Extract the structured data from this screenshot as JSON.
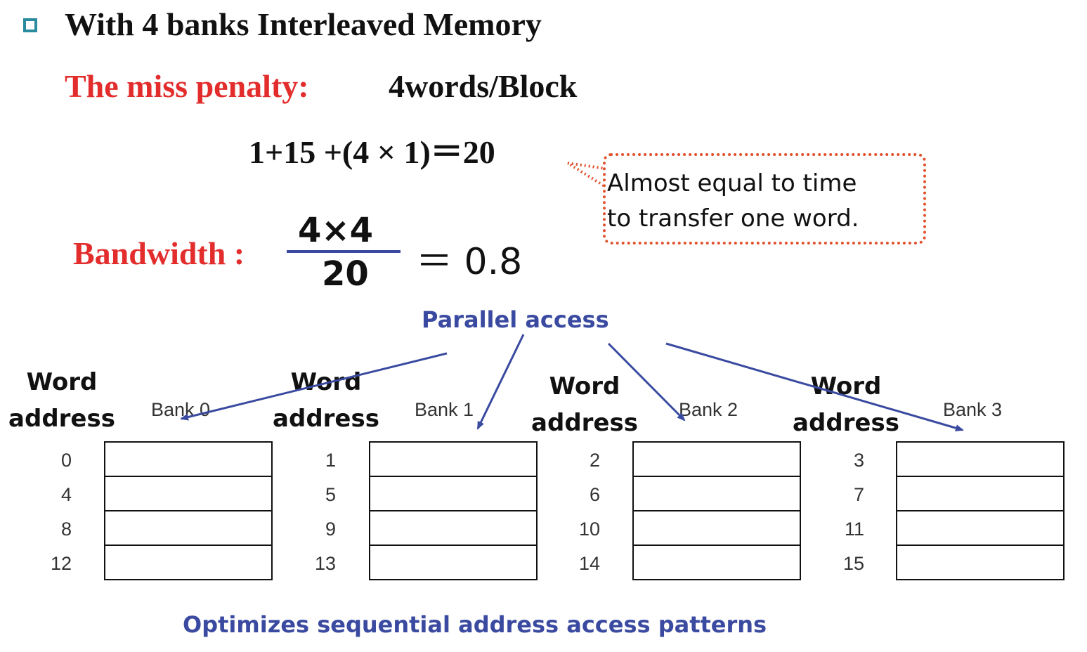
{
  "heading": "With 4 banks Interleaved Memory",
  "miss_penalty": {
    "label": "The miss penalty:",
    "value": "4words/Block",
    "formula": "1+15 +(4 × 1)＝20"
  },
  "callout": {
    "line1": "Almost equal to time",
    "line2": "to transfer one word."
  },
  "bandwidth": {
    "label": "Bandwidth :",
    "numerator": "4×4",
    "denominator": "20",
    "result": "＝ 0.8"
  },
  "parallel_access": "Parallel access",
  "word_address": {
    "line1": "Word",
    "line2": "address"
  },
  "banks": [
    {
      "label": "Bank 0",
      "addresses": [
        "0",
        "4",
        "8",
        "12"
      ]
    },
    {
      "label": "Bank 1",
      "addresses": [
        "1",
        "5",
        "9",
        "13"
      ]
    },
    {
      "label": "Bank 2",
      "addresses": [
        "2",
        "6",
        "10",
        "14"
      ]
    },
    {
      "label": "Bank 3",
      "addresses": [
        "3",
        "7",
        "11",
        "15"
      ]
    }
  ],
  "footer": "Optimizes sequential address access patterns",
  "colors": {
    "red": "#e32d2d",
    "blue": "#3a4aa0",
    "bullet": "#2a8aa0",
    "callout_border": "#e0502a"
  }
}
